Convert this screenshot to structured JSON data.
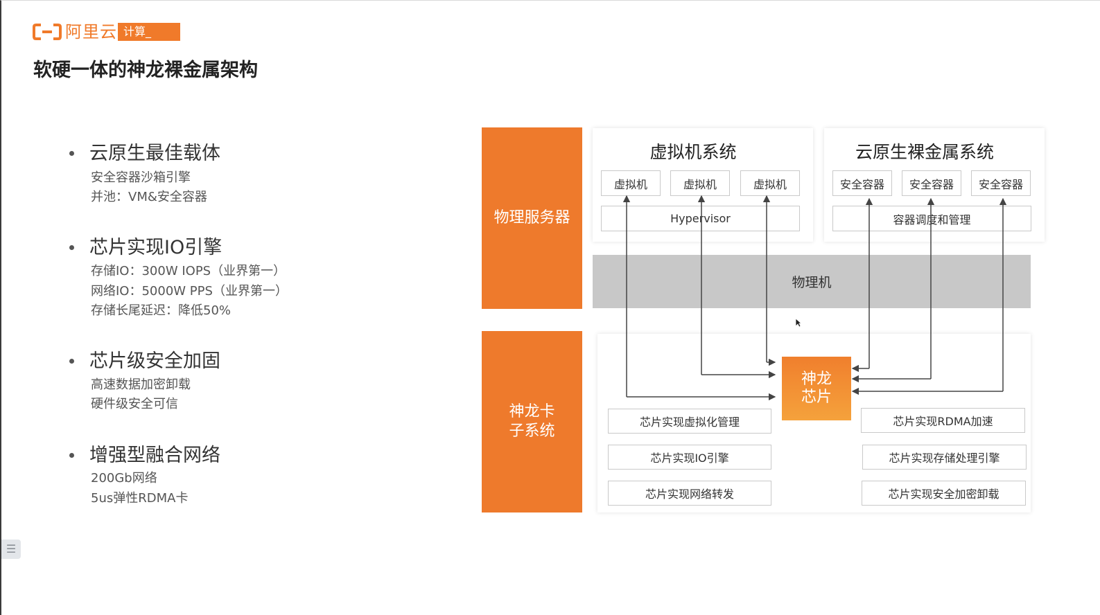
{
  "header": {
    "logo_text": "阿里云",
    "logo_tag": "计算_",
    "title": "软硬一体的神龙裸金属架构"
  },
  "bullets": [
    {
      "heading": "云原生最佳载体",
      "lines": [
        "安全容器沙箱引擎",
        "并池：VM&安全容器"
      ]
    },
    {
      "heading": "芯片实现IO引擎",
      "lines": [
        "存储IO：300W IOPS（业界第一）",
        "网络IO：5000W PPS（业界第一）",
        "存储长尾延迟：降低50%"
      ]
    },
    {
      "heading": "芯片级安全加固",
      "lines": [
        "高速数据加密卸载",
        "硬件级安全可信"
      ]
    },
    {
      "heading": "增强型融合网络",
      "lines": [
        "200Gb网络",
        "5us弹性RDMA卡"
      ]
    }
  ],
  "diagram": {
    "physical_server_label": "物理服务器",
    "shenlong_card_label": "神龙卡\n子系统",
    "vm_system": {
      "title": "虚拟机系统",
      "vms": [
        "虚拟机",
        "虚拟机",
        "虚拟机"
      ],
      "hypervisor": "Hypervisor"
    },
    "bare_metal_system": {
      "title": "云原生裸金属系统",
      "containers": [
        "安全容器",
        "安全容器",
        "安全容器"
      ],
      "orchestration": "容器调度和管理"
    },
    "physical_machine": "物理机",
    "chip": "神龙\n芯片",
    "left_functions": [
      "芯片实现虚拟化管理",
      "芯片实现IO引擎",
      "芯片实现网络转发"
    ],
    "right_functions": [
      "芯片实现RDMA加速",
      "芯片实现存储处理引擎",
      "芯片实现安全加密卸载"
    ],
    "colors": {
      "accent": "#ee7a2c",
      "physical": "#c8c8c8"
    }
  },
  "ui": {
    "side_handle_icon": "list-icon"
  }
}
